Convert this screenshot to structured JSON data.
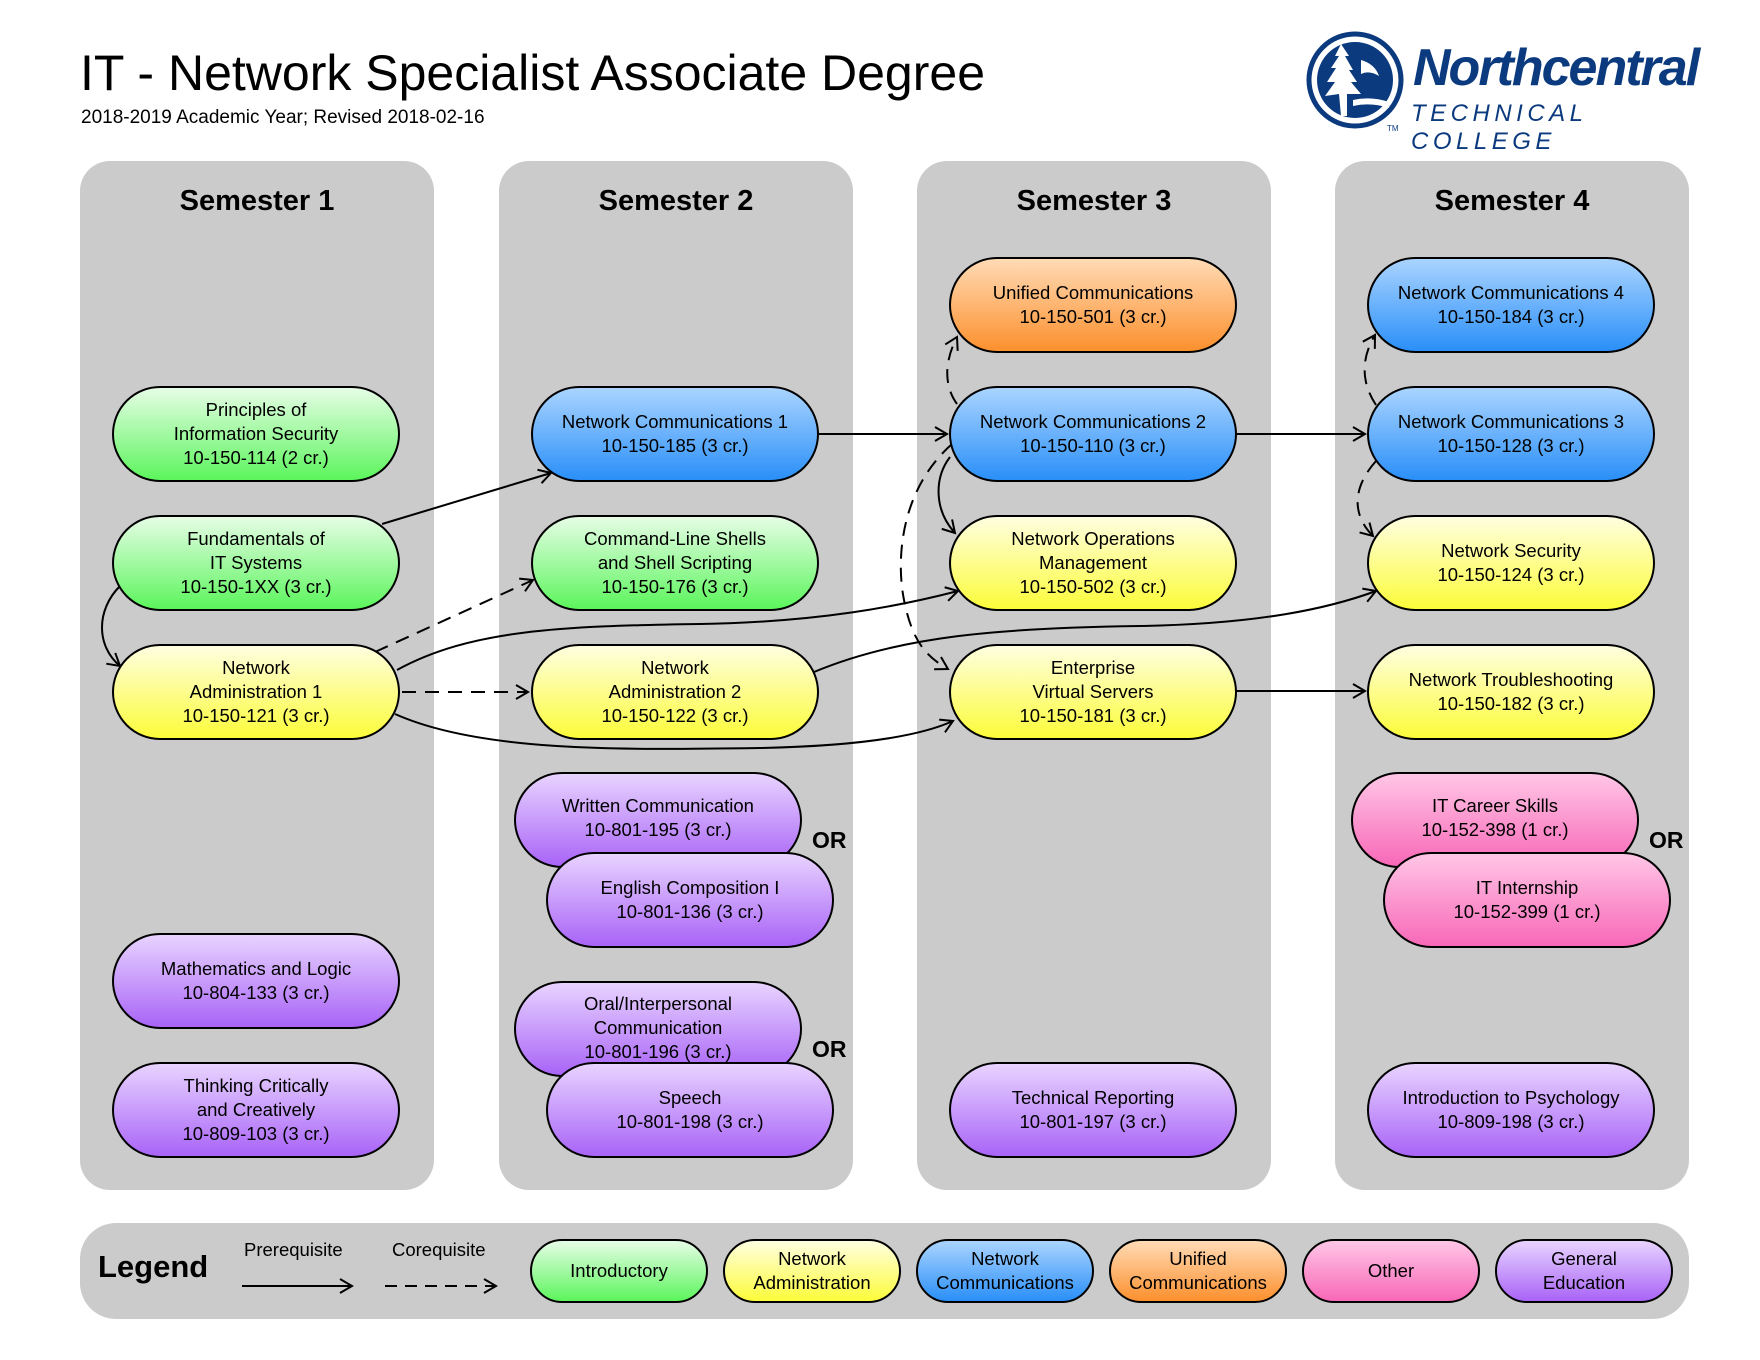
{
  "header": {
    "title": "IT - Network Specialist Associate Degree",
    "subtitle": "2018-2019 Academic Year; Revised 2018-02-16"
  },
  "logo": {
    "name": "Northcentral",
    "tagline": "TECHNICAL COLLEGE",
    "trademark": "TM",
    "brand_color": "#0b3a7e"
  },
  "semesters": [
    {
      "title": "Semester 1"
    },
    {
      "title": "Semester 2"
    },
    {
      "title": "Semester 3"
    },
    {
      "title": "Semester 4"
    }
  ],
  "courses": {
    "info_security": {
      "name": "Principles of\nInformation Security",
      "code": "10-150-114 (2 cr.)",
      "category": "Introductory"
    },
    "it_systems": {
      "name": "Fundamentals of\nIT Systems",
      "code": "10-150-1XX (3 cr.)",
      "category": "Introductory"
    },
    "net_admin_1": {
      "name": "Network\nAdministration 1",
      "code": "10-150-121 (3 cr.)",
      "category": "Network Administration"
    },
    "math_logic": {
      "name": "Mathematics and Logic",
      "code": "10-804-133 (3 cr.)",
      "category": "General Education"
    },
    "thinking": {
      "name": "Thinking Critically\nand Creatively",
      "code": "10-809-103 (3 cr.)",
      "category": "General Education"
    },
    "net_comm_1": {
      "name": "Network Communications 1",
      "code": "10-150-185 (3 cr.)",
      "category": "Network Communications"
    },
    "shell": {
      "name": "Command-Line Shells\nand Shell Scripting",
      "code": "10-150-176 (3 cr.)",
      "category": "Introductory"
    },
    "net_admin_2": {
      "name": "Network\nAdministration 2",
      "code": "10-150-122 (3 cr.)",
      "category": "Network Administration"
    },
    "written_comm": {
      "name": "Written Communication",
      "code": "10-801-195 (3 cr.)",
      "category": "General Education"
    },
    "english_comp": {
      "name": "English Composition I",
      "code": "10-801-136 (3 cr.)",
      "category": "General Education"
    },
    "oral_comm": {
      "name": "Oral/Interpersonal\nCommunication",
      "code": "10-801-196 (3 cr.)",
      "category": "General Education"
    },
    "speech": {
      "name": "Speech",
      "code": "10-801-198 (3 cr.)",
      "category": "General Education"
    },
    "unified_comm": {
      "name": "Unified Communications",
      "code": "10-150-501 (3 cr.)",
      "category": "Unified Communications"
    },
    "net_comm_2": {
      "name": "Network Communications 2",
      "code": "10-150-110 (3 cr.)",
      "category": "Network Communications"
    },
    "net_ops": {
      "name": "Network Operations\nManagement",
      "code": "10-150-502 (3 cr.)",
      "category": "Network Administration"
    },
    "virtual_servers": {
      "name": "Enterprise\nVirtual Servers",
      "code": "10-150-181 (3 cr.)",
      "category": "Network Administration"
    },
    "tech_reporting": {
      "name": "Technical Reporting",
      "code": "10-801-197 (3 cr.)",
      "category": "General Education"
    },
    "net_comm_4": {
      "name": "Network Communications 4",
      "code": "10-150-184 (3 cr.)",
      "category": "Network Communications"
    },
    "net_comm_3": {
      "name": "Network Communications 3",
      "code": "10-150-128 (3 cr.)",
      "category": "Network Communications"
    },
    "net_security": {
      "name": "Network Security",
      "code": "10-150-124 (3 cr.)",
      "category": "Network Administration"
    },
    "net_troubleshooting": {
      "name": "Network Troubleshooting",
      "code": "10-150-182 (3 cr.)",
      "category": "Network Administration"
    },
    "career_skills": {
      "name": "IT Career Skills",
      "code": "10-152-398 (1 cr.)",
      "category": "Other"
    },
    "internship": {
      "name": "IT Internship",
      "code": "10-152-399 (1 cr.)",
      "category": "Other"
    },
    "intro_psych": {
      "name": "Introduction to Psychology",
      "code": "10-809-198 (3 cr.)",
      "category": "General Education"
    }
  },
  "or_labels": [
    "OR",
    "OR",
    "OR"
  ],
  "relations": [
    {
      "from": "it_systems",
      "to": "net_comm_1",
      "type": "prerequisite"
    },
    {
      "from": "it_systems",
      "to": "net_admin_1",
      "type": "prerequisite"
    },
    {
      "from": "net_admin_1",
      "to": "shell",
      "type": "corequisite"
    },
    {
      "from": "net_admin_1",
      "to": "net_admin_2",
      "type": "corequisite"
    },
    {
      "from": "net_admin_1",
      "to": "net_ops",
      "type": "prerequisite"
    },
    {
      "from": "net_admin_1",
      "to": "virtual_servers",
      "type": "prerequisite"
    },
    {
      "from": "net_admin_2",
      "to": "net_security",
      "type": "prerequisite"
    },
    {
      "from": "net_comm_1",
      "to": "net_comm_2",
      "type": "prerequisite"
    },
    {
      "from": "net_comm_2",
      "to": "unified_comm",
      "type": "corequisite"
    },
    {
      "from": "net_comm_2",
      "to": "net_ops",
      "type": "prerequisite"
    },
    {
      "from": "net_comm_2",
      "to": "virtual_servers",
      "type": "corequisite"
    },
    {
      "from": "net_comm_2",
      "to": "net_comm_3",
      "type": "prerequisite"
    },
    {
      "from": "net_comm_3",
      "to": "net_comm_4",
      "type": "corequisite"
    },
    {
      "from": "net_comm_3",
      "to": "net_security",
      "type": "corequisite"
    },
    {
      "from": "virtual_servers",
      "to": "net_troubleshooting",
      "type": "prerequisite"
    }
  ],
  "legend": {
    "title": "Legend",
    "prerequisite": "Prerequisite",
    "corequisite": "Corequisite",
    "categories": [
      {
        "label": "Introductory",
        "color": "#5cf55c"
      },
      {
        "label": "Network\nAdministration",
        "color": "#fcfc3a"
      },
      {
        "label": "Network\nCommunications",
        "color": "#2a8ff8"
      },
      {
        "label": "Unified\nCommunications",
        "color": "#fc902e"
      },
      {
        "label": "Other",
        "color": "#f868b8"
      },
      {
        "label": "General\nEducation",
        "color": "#a964f7"
      }
    ]
  }
}
